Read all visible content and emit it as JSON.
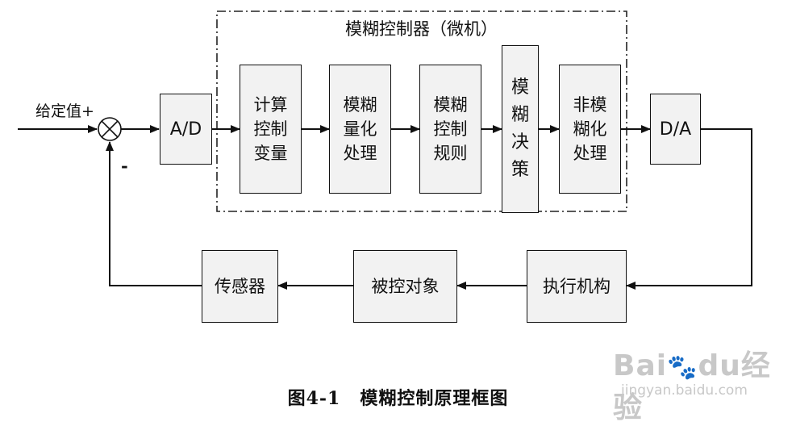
{
  "title": "模糊控制器（微机）",
  "input_label": "给定值+",
  "minus_label": "-",
  "blocks": {
    "ad": "A/D",
    "compute": "计算\n控制\n变量",
    "fuzzify": "模糊\n量化\n处理",
    "rules": "模糊\n控制\n规则",
    "decision": "模糊决策",
    "defuzzify": "非模\n糊化\n处理",
    "da": "D/A",
    "actuator": "执行机构",
    "plant": "被控对象",
    "sensor": "传感器"
  },
  "caption": {
    "number": "图4-1",
    "text": "模糊控制原理框图"
  },
  "watermark": {
    "brand_left": "Bai",
    "brand_right": "du",
    "brand_cn": "经验",
    "url": "jingyan.baidu.com"
  }
}
